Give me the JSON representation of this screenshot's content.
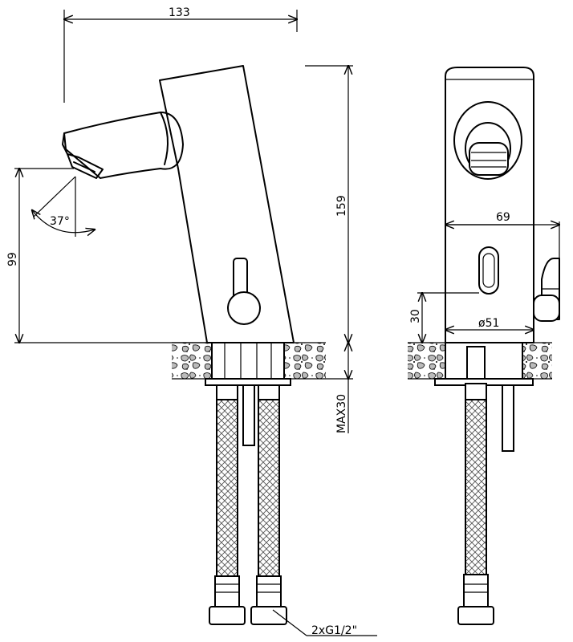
{
  "dimensions": {
    "width_top": "133",
    "height_total": "159",
    "spout_height": "99",
    "spout_angle": "37°",
    "side_width": "69",
    "sensor_height": "30",
    "base_diameter": "ø51",
    "max_thickness": "MAX30",
    "connection": "2xG1/2\""
  }
}
